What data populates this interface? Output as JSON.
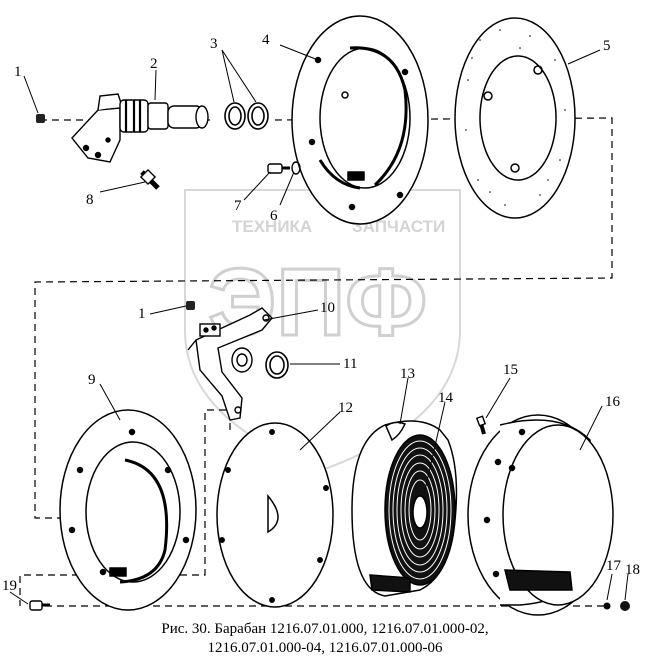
{
  "watermark": {
    "line1": "ТЕХНИКА",
    "line2": "ЗАПЧАСТИ",
    "logo": "ЭПФ"
  },
  "labels": {
    "l1a": "1",
    "l2": "2",
    "l3": "3",
    "l4": "4",
    "l5": "5",
    "l6": "6",
    "l7": "7",
    "l8": "8",
    "l1b": "1",
    "l10": "10",
    "l11": "11",
    "l9": "9",
    "l12": "12",
    "l13": "13",
    "l14": "14",
    "l15": "15",
    "l16": "16",
    "l17": "17",
    "l18": "18",
    "l19": "19"
  },
  "caption": {
    "line1": "Рис. 30. Барабан 1216.07.01.000, 1216.07.01.000-02,",
    "line2": "1216.07.01.000-04,  1216.07.01.000-06"
  },
  "colors": {
    "ink": "#000000",
    "watermark": "#d6d6d6"
  }
}
